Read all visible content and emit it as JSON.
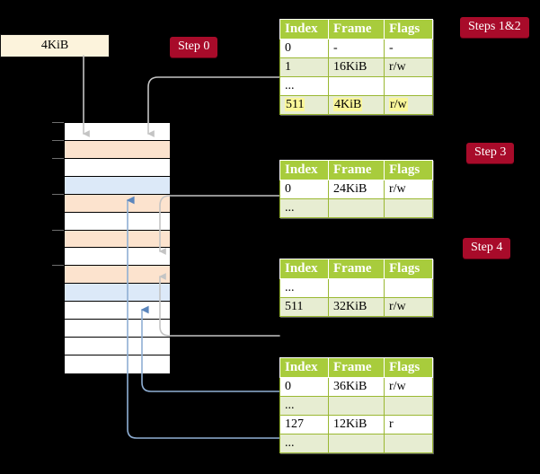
{
  "colors": {
    "badge_bg": "#A80B2A",
    "badge_text": "#FFFFFF",
    "table_header_bg": "#A8CC3C",
    "table_alt_row_bg": "#E7EDD2",
    "highlight_bg": "#FAF79A",
    "kbox_bg": "#FCF3DC",
    "mem_peach": "#FCE3CE",
    "mem_blue": "#DCE9F8",
    "wire_gray": "#BFBFBF",
    "wire_blue": "#8FAFD4",
    "background": "#000000"
  },
  "labels": {
    "step0": "Step 0",
    "steps12": "Steps 1&2",
    "step3": "Step 3",
    "step4": "Step 4"
  },
  "kbox": {
    "label": "4KiB"
  },
  "tables": [
    {
      "id": "table-level0",
      "headers": [
        "Index",
        "Frame",
        "Flags"
      ],
      "rows": [
        {
          "style": "plain",
          "cells": [
            "0",
            "-",
            "-"
          ],
          "highlight": false
        },
        {
          "style": "alt",
          "cells": [
            "1",
            "16KiB",
            "r/w"
          ],
          "highlight": false
        },
        {
          "style": "plain",
          "cells": [
            "...",
            "",
            ""
          ],
          "highlight": false
        },
        {
          "style": "alt",
          "cells": [
            "511",
            "4KiB",
            "r/w"
          ],
          "highlight": true
        }
      ]
    },
    {
      "id": "table-level1",
      "headers": [
        "Index",
        "Frame",
        "Flags"
      ],
      "rows": [
        {
          "style": "plain",
          "cells": [
            "0",
            "24KiB",
            "r/w"
          ],
          "highlight": false
        },
        {
          "style": "alt",
          "cells": [
            "...",
            "",
            ""
          ],
          "highlight": false
        }
      ]
    },
    {
      "id": "table-level2",
      "headers": [
        "Index",
        "Frame",
        "Flags"
      ],
      "rows": [
        {
          "style": "plain",
          "cells": [
            "...",
            "",
            ""
          ],
          "highlight": false
        },
        {
          "style": "alt",
          "cells": [
            "511",
            "32KiB",
            "r/w"
          ],
          "highlight": false
        }
      ]
    },
    {
      "id": "table-level3",
      "headers": [
        "Index",
        "Frame",
        "Flags"
      ],
      "rows": [
        {
          "style": "plain",
          "cells": [
            "0",
            "36KiB",
            "r/w"
          ],
          "highlight": false
        },
        {
          "style": "alt",
          "cells": [
            "...",
            "",
            ""
          ],
          "highlight": false
        },
        {
          "style": "plain",
          "cells": [
            "127",
            "12KiB",
            "r"
          ],
          "highlight": false
        },
        {
          "style": "alt",
          "cells": [
            "...",
            "",
            ""
          ],
          "highlight": false
        }
      ]
    }
  ],
  "memory_grid": {
    "rows": [
      {
        "fill": "white"
      },
      {
        "fill": "peach"
      },
      {
        "fill": "white"
      },
      {
        "fill": "blue"
      },
      {
        "fill": "peach"
      },
      {
        "fill": "white"
      },
      {
        "fill": "peach"
      },
      {
        "fill": "white"
      },
      {
        "fill": "peach"
      },
      {
        "fill": "blue"
      },
      {
        "fill": "white"
      },
      {
        "fill": "white"
      },
      {
        "fill": "white"
      },
      {
        "fill": "white"
      }
    ]
  }
}
